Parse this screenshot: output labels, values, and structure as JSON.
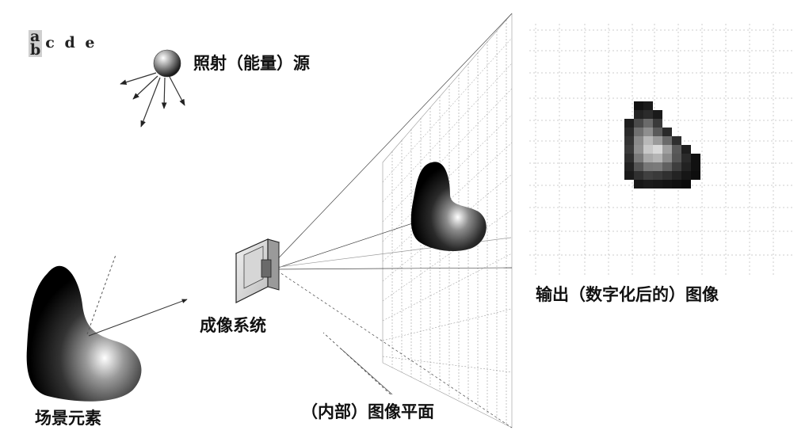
{
  "panel_letters": {
    "a": "a",
    "b": "b",
    "rest": "c d e"
  },
  "labels": {
    "source": "照射（能量）源",
    "imaging_system": "成像系统",
    "output_image": "输出（数字化后的）图像",
    "scene_element": "场景元素",
    "image_plane": "（内部）图像平面"
  }
}
